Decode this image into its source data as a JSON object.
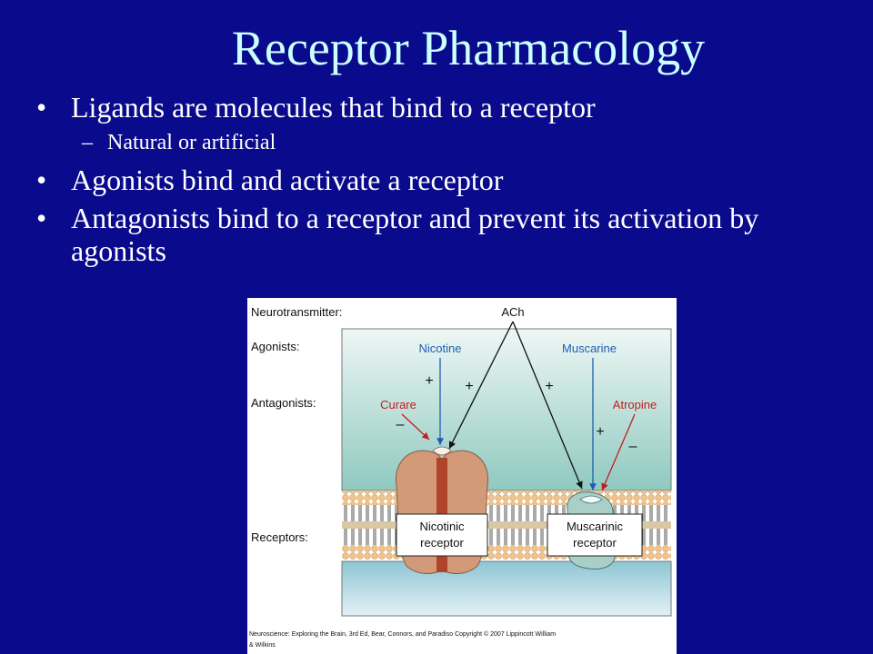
{
  "slide": {
    "title": "Receptor Pharmacology",
    "bullets": [
      {
        "text": "Ligands are molecules that bind to a receptor",
        "sub": [
          "Natural or artificial"
        ]
      },
      {
        "text": "Agonists bind and activate a receptor",
        "sub": []
      },
      {
        "text": "Antagonists bind to a receptor and prevent its activation by agonists",
        "sub": []
      }
    ]
  },
  "figure": {
    "row_labels": {
      "neurotransmitter": "Neurotransmitter:",
      "agonists": "Agonists:",
      "antagonists": "Antagonists:",
      "receptors": "Receptors:"
    },
    "neurotransmitter": "ACh",
    "agonist_left": "Nicotine",
    "agonist_right": "Muscarine",
    "antagonist_left": "Curare",
    "antagonist_right": "Atropine",
    "plus_sign": "+",
    "minus_sign": "–",
    "receptor_left": [
      "Nicotinic",
      "receptor"
    ],
    "receptor_right": [
      "Muscarinic",
      "receptor"
    ],
    "credit_line1": "Neuroscience: Exploring the Brain, 3rd Ed, Bear, Connors, and Paradiso Copyright © 2007 Lippincott William",
    "credit_line2": "& Wilkins",
    "colors": {
      "background": "#0a0a8c",
      "title": "#ccffff",
      "agonist_arrow": "#1a5fb4",
      "antagonist_arrow": "#c01f1f",
      "extracellular": "#bfe3df",
      "membrane_head": "#f2c48a",
      "intracellular": "#a9d6e0",
      "nicotinic_receptor": "#d39a7a",
      "muscarinic_receptor": "#a9cfc8"
    }
  }
}
